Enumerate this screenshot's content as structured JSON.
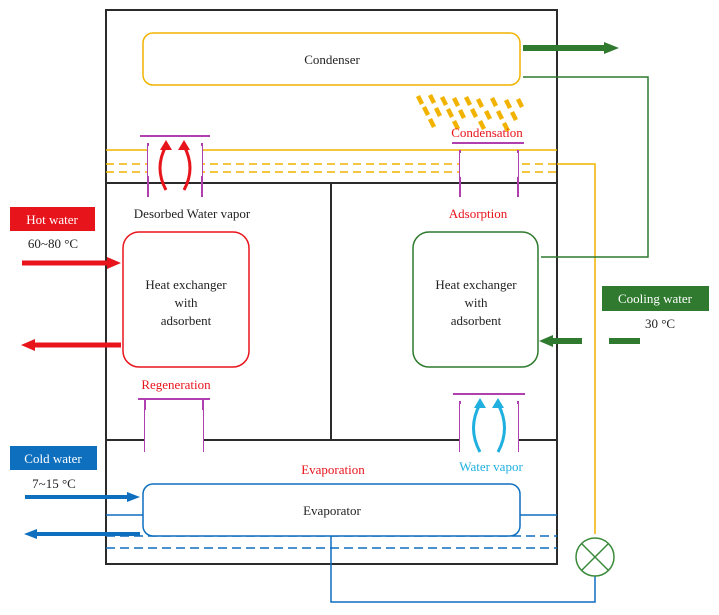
{
  "components": {
    "condenser": "Condenser",
    "left_exchanger": [
      "Heat exchanger",
      "with",
      "adsorbent"
    ],
    "right_exchanger": [
      "Heat exchanger",
      "with",
      "adsorbent"
    ],
    "evaporator": "Evaporator"
  },
  "processes": {
    "condensation": "Condensation",
    "desorbed_vapor": "Desorbed Water vapor",
    "adsorption": "Adsorption",
    "regeneration": "Regeneration",
    "evaporation": "Evaporation",
    "water_vapor": "Water vapor"
  },
  "streams": {
    "hot_water": {
      "label": "Hot water",
      "temp": "60~80 °C"
    },
    "cooling_water": {
      "label": "Cooling water",
      "temp": "30 °C"
    },
    "cold_water": {
      "label": "Cold water",
      "temp": "7~15 °C"
    }
  },
  "colors": {
    "outline": "#2b2b2b",
    "condenser": "#f0b400",
    "hot": "#e8141c",
    "cooling": "#2f7a2f",
    "cold": "#0e6fbf",
    "vapor": "#1fb0e0",
    "valve": "#b040b0",
    "expansion_valve": "#3a8a3a"
  }
}
